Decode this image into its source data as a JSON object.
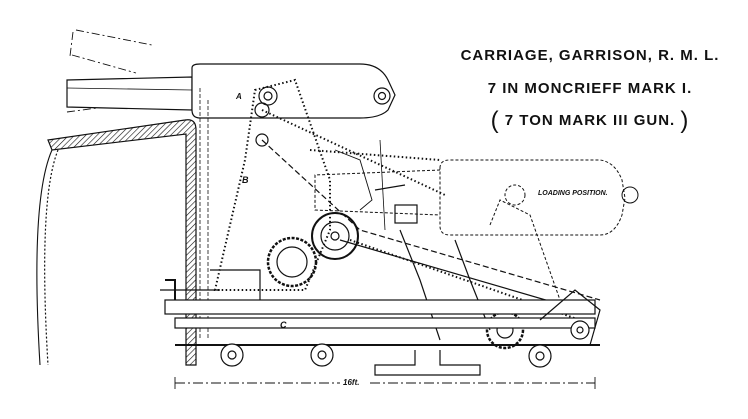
{
  "title": {
    "line1": "CARRIAGE, GARRISON, R. M. L.",
    "line2": "7 IN MONCRIEFF MARK I.",
    "line3_open": "(",
    "line3": "7 TON MARK III GUN.",
    "line3_close": ")"
  },
  "labels": {
    "loading_position": "LOADING POSITION.",
    "overall_length": "16ft.",
    "part_b": "B",
    "part_c": "C",
    "part_a": "A"
  },
  "colors": {
    "ink": "#111111",
    "paper": "#ffffff"
  }
}
